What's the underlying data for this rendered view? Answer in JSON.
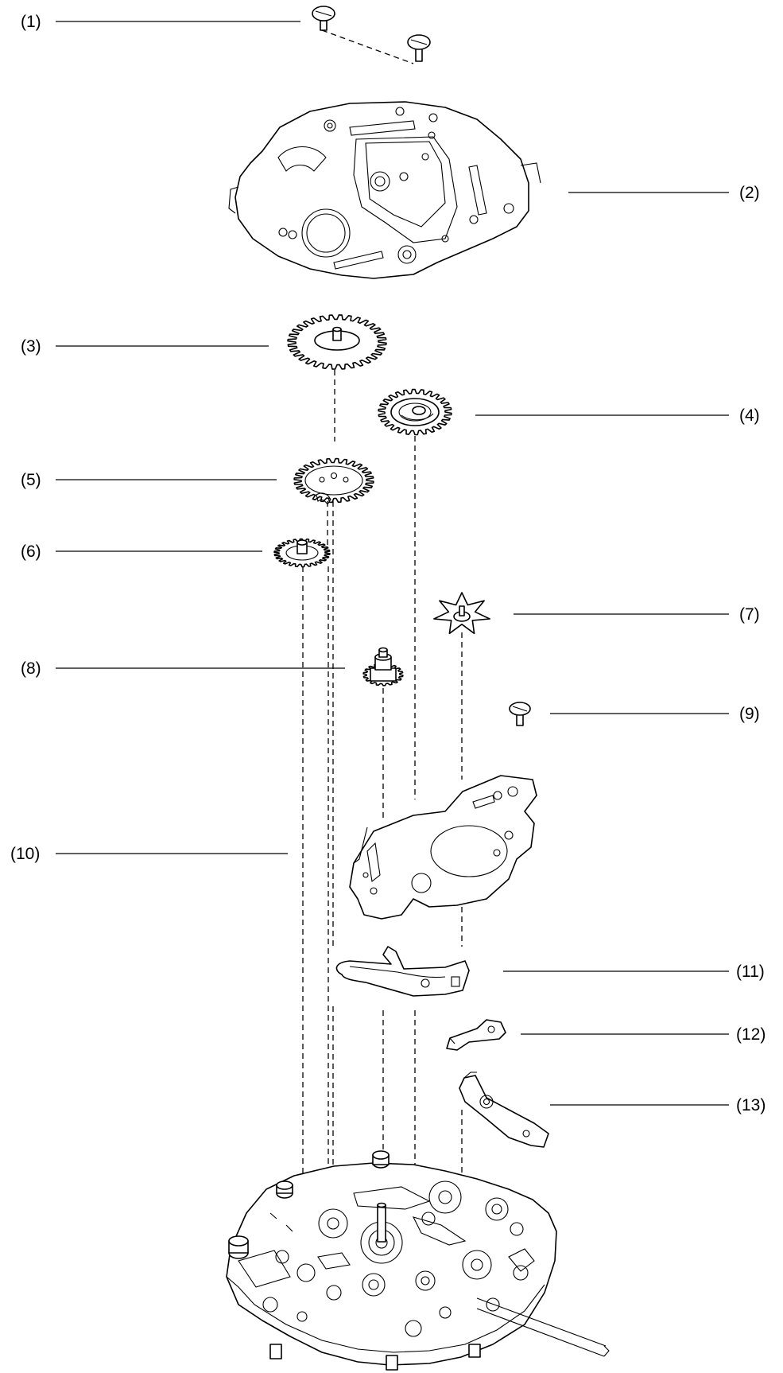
{
  "diagram": {
    "type": "exploded-view",
    "callouts": [
      {
        "id": 1,
        "label": "(1)"
      },
      {
        "id": 2,
        "label": "(2)"
      },
      {
        "id": 3,
        "label": "(3)"
      },
      {
        "id": 4,
        "label": "(4)"
      },
      {
        "id": 5,
        "label": "(5)"
      },
      {
        "id": 6,
        "label": "(6)"
      },
      {
        "id": 7,
        "label": "(7)"
      },
      {
        "id": 8,
        "label": "(8)"
      },
      {
        "id": 9,
        "label": "(9)"
      },
      {
        "id": 10,
        "label": "(10)"
      },
      {
        "id": 11,
        "label": "(11)"
      },
      {
        "id": 12,
        "label": "(12)"
      },
      {
        "id": 13,
        "label": "(13)"
      }
    ]
  }
}
